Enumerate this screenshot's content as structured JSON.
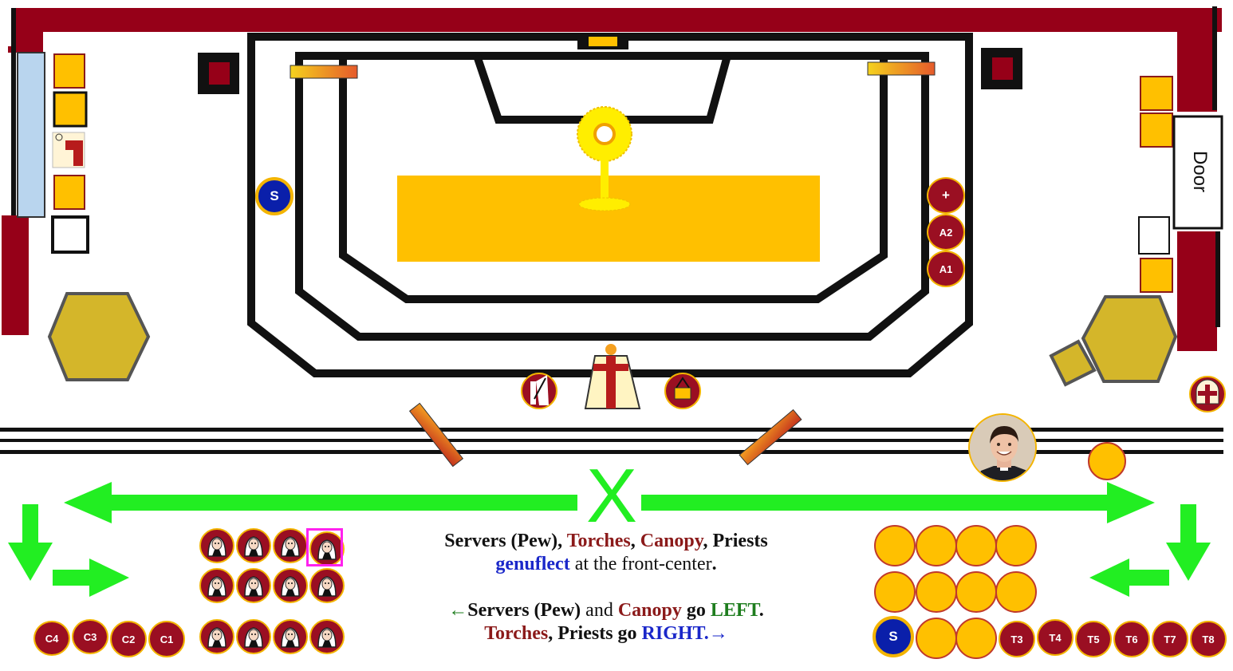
{
  "colors": {
    "wall": "#960018",
    "gold": "#ffc000",
    "arrow_green": "#22ee22",
    "hexagon": "#d4b62a",
    "server_blue": "#0a1faa"
  },
  "sanctuary": {
    "door_label": "Door",
    "server_marker": "S",
    "cross_marker": "+",
    "acolyte_markers": [
      "A2",
      "A1"
    ],
    "cross_marker_icon": "plus-icon"
  },
  "nave": {
    "crossing_mark": "X",
    "canopy_bearers": [
      "C4",
      "C3",
      "C2",
      "C1"
    ],
    "torch_bearers": [
      "T3",
      "T4",
      "T5",
      "T6",
      "T7",
      "T8"
    ],
    "pew_server_marker": "S"
  },
  "caption": {
    "line1": {
      "part1": "Servers (Pew), ",
      "part2": "Torches",
      "part3": ", ",
      "part4": "Canopy",
      "part5": ", Priests"
    },
    "line2": {
      "part1": "genuflect",
      "part2": " at the front-center",
      "part3": "."
    },
    "line3": {
      "part1": "←",
      "part2": "Servers (Pew)",
      "part3": " and ",
      "part4": "Canopy",
      "part5": " go ",
      "part6": "LEFT",
      "part7": "."
    },
    "line4": {
      "part1": "Torches",
      "part2": ", Priests go ",
      "part3": "RIGHT.→"
    }
  }
}
